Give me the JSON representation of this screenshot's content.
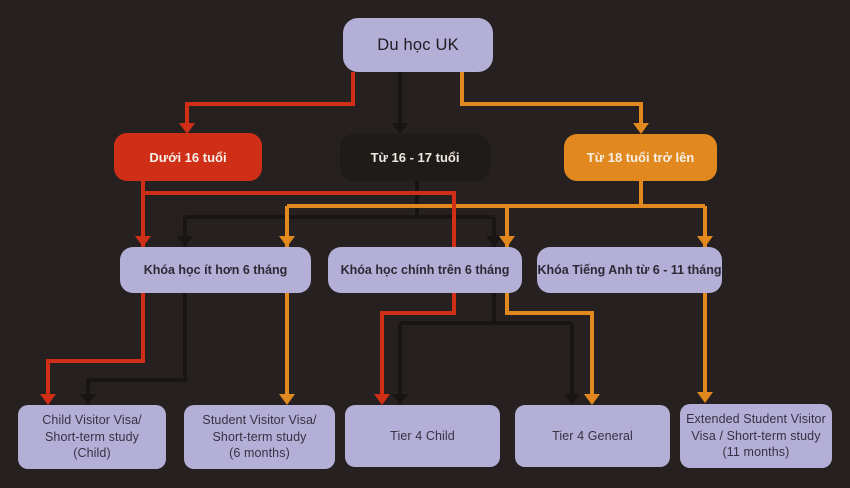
{
  "colors": {
    "background": "#262120",
    "lavender": "#b4afd6",
    "red": "#d02f17",
    "orange": "#e1881e",
    "dark-node": "#1f1b19",
    "dark-line": "#191514",
    "text-dark": "#2e2836",
    "text-light": "#f6efe7"
  },
  "flowchart": {
    "title": "Du học UK",
    "nodes": {
      "root": {
        "label": "Du học UK"
      },
      "under16": {
        "label": "Dưới 16 tuổi"
      },
      "age16to17": {
        "label": "Từ 16 - 17 tuổi"
      },
      "age18plus": {
        "label": "Từ 18 tuổi trở lên"
      },
      "course_short": {
        "label": "Khóa học ít hơn 6 tháng"
      },
      "course_main": {
        "label": "Khóa học chính trên 6 tháng"
      },
      "course_english": {
        "label": "Khóa Tiếng Anh từ 6 - 11 tháng"
      },
      "visa_child_visitor": {
        "label": "Child Visitor Visa/\nShort-term study\n(Child)"
      },
      "visa_student_visitor": {
        "label": "Student Visitor Visa/\nShort-term study\n(6 months)"
      },
      "visa_tier4_child": {
        "label": "Tier 4 Child"
      },
      "visa_tier4_general": {
        "label": "Tier 4 General"
      },
      "visa_extended": {
        "label": "Extended Student Visitor\nVisa / Short-term study\n(11 months)"
      }
    },
    "edges": [
      {
        "from": "Du học UK",
        "to": "Dưới 16 tuổi",
        "color": "red"
      },
      {
        "from": "Du học UK",
        "to": "Từ 16 - 17 tuổi",
        "color": "dark"
      },
      {
        "from": "Du học UK",
        "to": "Từ 18 tuổi trở lên",
        "color": "orange"
      },
      {
        "from": "Dưới 16 tuổi",
        "to": "Khóa học ít hơn 6 tháng",
        "color": "red"
      },
      {
        "from": "Dưới 16 tuổi",
        "to": "Tier 4 Child",
        "color": "red",
        "note": "passes behind Khóa học chính trên 6 tháng"
      },
      {
        "from": "Từ 16 - 17 tuổi",
        "to": "Khóa học ít hơn 6 tháng",
        "color": "dark"
      },
      {
        "from": "Từ 16 - 17 tuổi",
        "to": "Khóa học chính trên 6 tháng",
        "color": "dark"
      },
      {
        "from": "Từ 18 tuổi trở lên",
        "to": "Khóa học ít hơn 6 tháng",
        "color": "orange"
      },
      {
        "from": "Từ 18 tuổi trở lên",
        "to": "Khóa học chính trên 6 tháng",
        "color": "orange"
      },
      {
        "from": "Từ 18 tuổi trở lên",
        "to": "Khóa Tiếng Anh từ 6 - 11 tháng",
        "color": "orange"
      },
      {
        "from": "Khóa học ít hơn 6 tháng",
        "to": "Child Visitor Visa/ Short-term study (Child)",
        "color": "red"
      },
      {
        "from": "Khóa học ít hơn 6 tháng",
        "to": "Child Visitor Visa/ Short-term study (Child)",
        "color": "dark"
      },
      {
        "from": "Khóa học ít hơn 6 tháng",
        "to": "Student Visitor Visa/ Short-term study (6 months)",
        "color": "orange"
      },
      {
        "from": "Khóa học chính trên 6 tháng",
        "to": "Tier 4 Child",
        "color": "red"
      },
      {
        "from": "Khóa học chính trên 6 tháng",
        "to": "Tier 4 Child",
        "color": "dark"
      },
      {
        "from": "Khóa học chính trên 6 tháng",
        "to": "Tier 4 General",
        "color": "dark"
      },
      {
        "from": "Khóa học chính trên 6 tháng",
        "to": "Tier 4 General",
        "color": "orange"
      },
      {
        "from": "Khóa Tiếng Anh từ 6 - 11 tháng",
        "to": "Extended Student Visitor Visa / Short-term study (11 months)",
        "color": "orange"
      }
    ]
  }
}
